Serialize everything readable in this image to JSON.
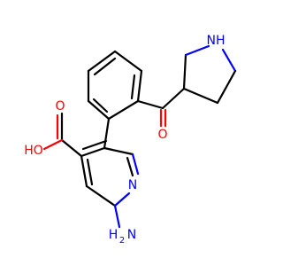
{
  "atoms": {
    "nh_label": "NH",
    "ketone_o_label": "O",
    "acid_oh_label": "HO",
    "acid_o_label": "O",
    "ring_n_label": "N",
    "amine_label": "H",
    "amine_sub_label": "2",
    "amine_n_label": "N"
  },
  "colors": {
    "carbon": "#000000",
    "nitrogen": "#0000ff",
    "oxygen": "#ff0000"
  }
}
